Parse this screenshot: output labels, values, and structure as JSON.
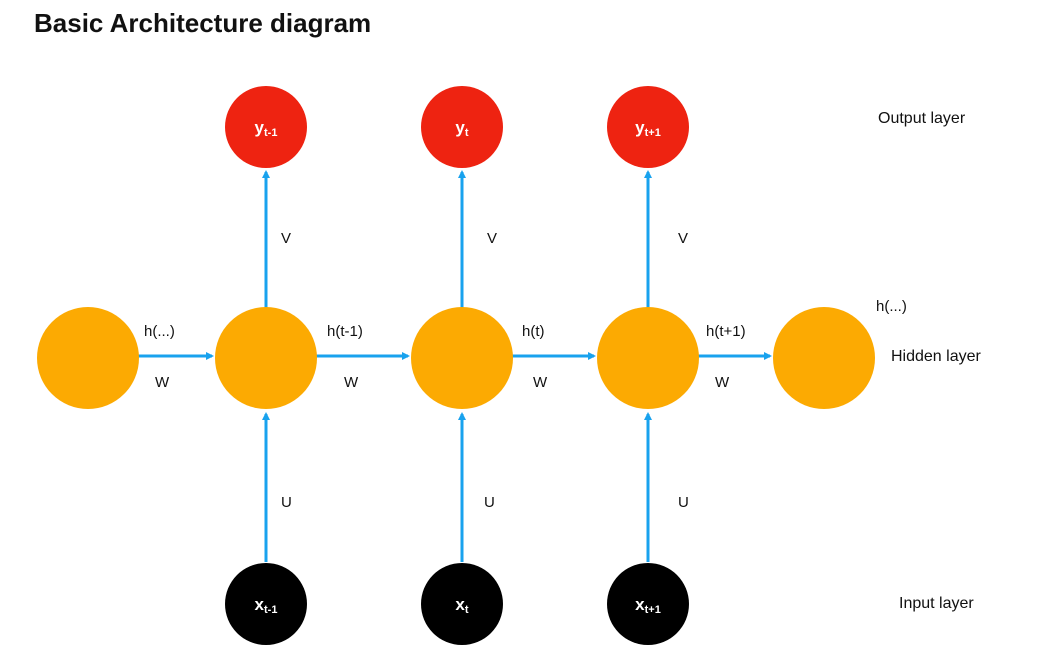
{
  "title": "Basic Architecture diagram",
  "colors": {
    "output_node": "#ee2311",
    "hidden_node": "#fcaa02",
    "input_node": "#000000",
    "arrow": "#18a2ee"
  },
  "layers": {
    "output": "Output layer",
    "hidden": "Hidden layer",
    "input": "Input layer"
  },
  "output_nodes": [
    {
      "base": "y",
      "sub": "t-1"
    },
    {
      "base": "y",
      "sub": "t"
    },
    {
      "base": "y",
      "sub": "t+1"
    }
  ],
  "input_nodes": [
    {
      "base": "x",
      "sub": "t-1"
    },
    {
      "base": "x",
      "sub": "t"
    },
    {
      "base": "x",
      "sub": "t+1"
    }
  ],
  "edges": {
    "v": "V",
    "u": "U",
    "w": "W"
  },
  "hidden_states": [
    "h(...)",
    "h(t-1)",
    "h(t)",
    "h(t+1)",
    "h(...)"
  ]
}
